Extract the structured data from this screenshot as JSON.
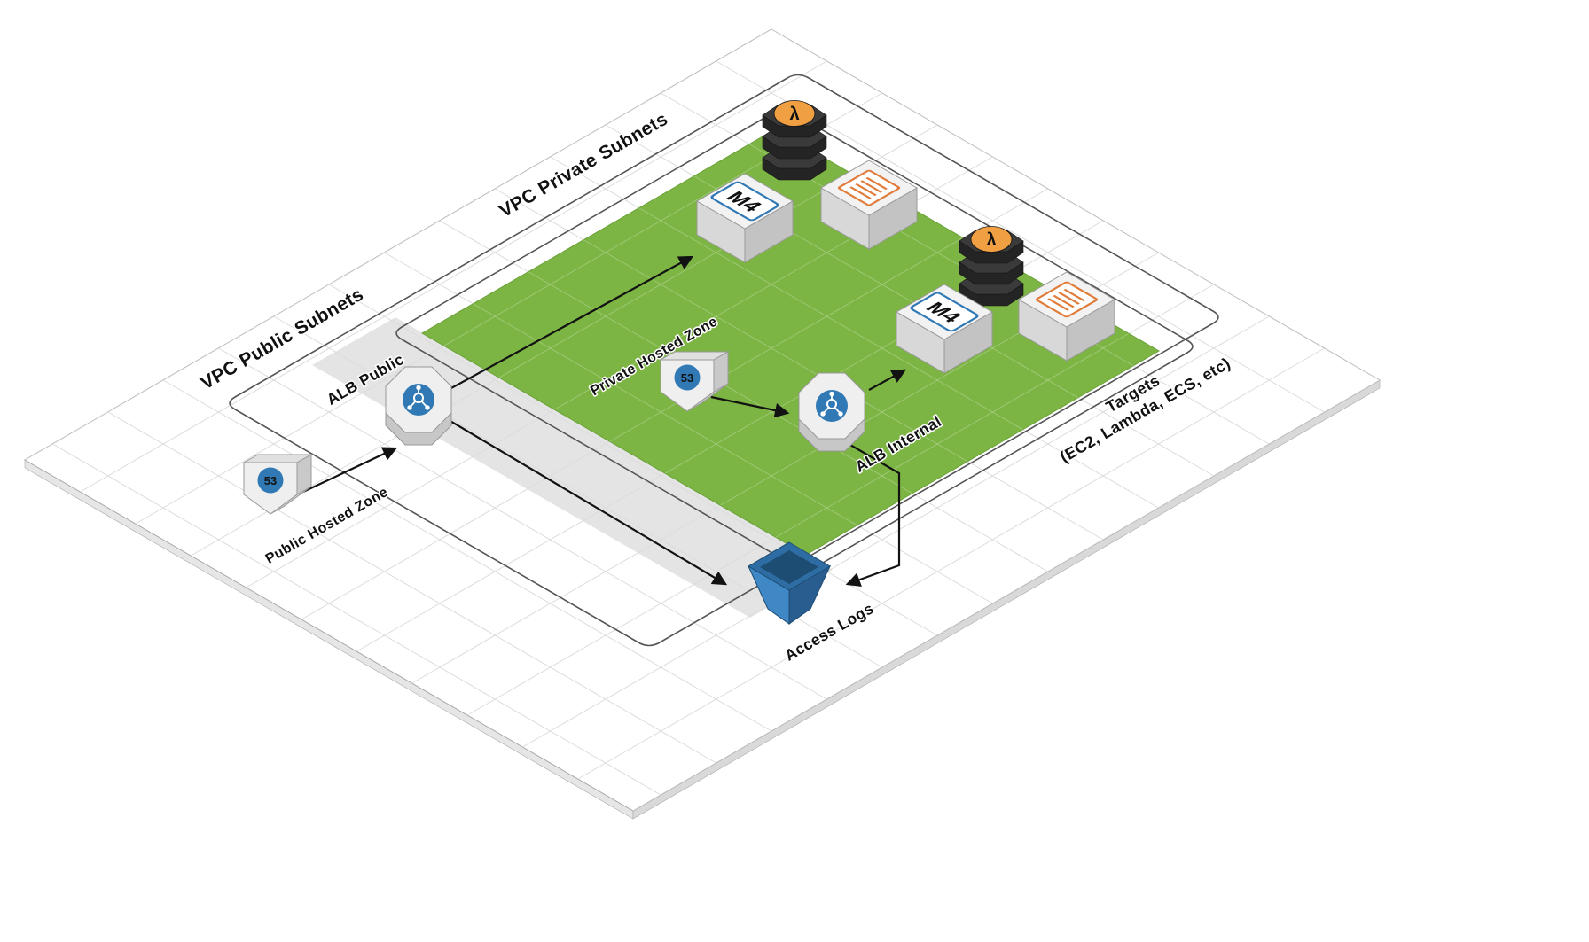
{
  "diagram": {
    "labels": {
      "vpc_public": "VPC Public Subnets",
      "vpc_private": "VPC Private Subnets",
      "public_hosted_zone": "Public Hosted Zone",
      "private_hosted_zone": "Private Hosted Zone",
      "alb_public": "ALB Public",
      "alb_internal": "ALB Internal",
      "access_logs": "Access Logs",
      "targets_line1": "Targets",
      "targets_line2": "(EC2, Lambda, ECS, etc)"
    },
    "badges": {
      "route53": "53",
      "ec2": "M4",
      "lambda": "λ"
    },
    "colors": {
      "private_subnet_green": "#7db544",
      "public_subnet_gray": "#e4e4e4",
      "badge_blue": "#3079b5",
      "lambda_orange": "#f0a043",
      "stack_dark": "#242424",
      "bucket_blue": "#2e6da4",
      "task_orange": "#e07b39",
      "outline_gray": "#555555",
      "arrow_black": "#121212",
      "grid_gray": "#dcdcdc"
    }
  }
}
